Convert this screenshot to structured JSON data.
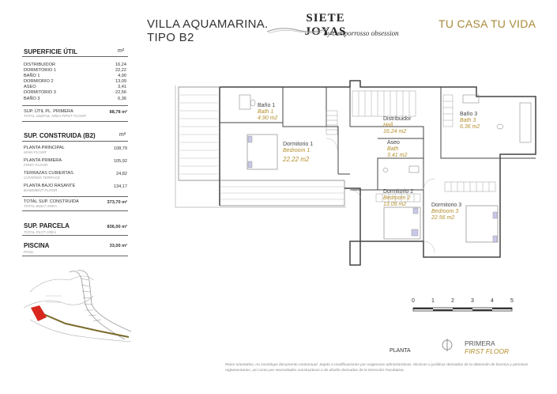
{
  "header": {
    "title_line1": "VILLA AQUAMARINA.",
    "title_line2": "TIPO B2",
    "brand": "SIETE JOYAS",
    "brand_sub": "by camporrosso obsession",
    "slogan": "TU CASA TU VIDA"
  },
  "useful": {
    "title": "SUPERFICIE ÚTIL",
    "unit": "m²",
    "rows": [
      {
        "label": "DISTRIBUIDOR",
        "value": "16,24"
      },
      {
        "label": "DORMITORIO 1",
        "value": "22,22"
      },
      {
        "label": "BAÑO 1",
        "value": "4,90"
      },
      {
        "label": "DORMIORIO 2",
        "value": "13,09"
      },
      {
        "label": "ASEO",
        "value": "3,41"
      },
      {
        "label": "DORMITORIO 3",
        "value": "22,56"
      },
      {
        "label": "BAÑO 3",
        "value": "6,36"
      }
    ],
    "total_label": "SUP. ÚTIL PL. PRIMERA",
    "total_en": "TOTAL USEFUL AREA FIRST FLOOR",
    "total_value": "88,78 m²"
  },
  "built": {
    "title": "SUP. CONSTRUIDA (B2)",
    "unit": "m²",
    "rows": [
      {
        "label": "PLANTA PRINCIPAL",
        "en": "MAIN FLOOR",
        "value": "108,79"
      },
      {
        "label": "PLANTA PRIMERA",
        "en": "FIRST FLOOR",
        "value": "105,92"
      },
      {
        "label": "TERRAZAS CUBIERTAS",
        "en": "COVERED TERRACE",
        "value": "24,82"
      },
      {
        "label": "PLANTA BAJO RASANTE",
        "en": "BASEMENT FLOOR",
        "value": "134,17"
      }
    ],
    "total_label": "TOTAL SUP. CONSTRUIDA",
    "total_en": "TOTAL BUILT AREA",
    "total_value": "373,70 m²"
  },
  "parcel": {
    "title": "SUP. PARCELA",
    "en": "TOTAL PLOT AREA",
    "value": "836,00 m²"
  },
  "pool": {
    "title": "PISCINA",
    "en": "POOL",
    "value": "33,00 m²"
  },
  "rooms": {
    "bano1": {
      "name": "Baño 1",
      "en": "Bath 1",
      "area": "4.90 m2"
    },
    "dorm1": {
      "name": "Dormitorio 1",
      "en": "Bedroom 1",
      "area": "22.22 m2"
    },
    "distrib": {
      "name": "Distribuidor",
      "en": "Hall",
      "area": "16.24 m2"
    },
    "aseo": {
      "name": "Aseo",
      "en": "Bath",
      "area": "3.41 m2"
    },
    "bano3": {
      "name": "Baño 3",
      "en": "Bath 3",
      "area": "6.36 m2"
    },
    "dorm2": {
      "name": "Dormitorio 2",
      "en": "Bedroom 2",
      "area": "13.09 m2"
    },
    "dorm3": {
      "name": "Dormitorio 3",
      "en": "Bedroom 3",
      "area": "22.56 m2"
    }
  },
  "scale": {
    "ticks": [
      "0",
      "1",
      "2",
      "3",
      "4",
      "5"
    ]
  },
  "floor": {
    "name": "PRIMERA",
    "en": "FIRST FLOOR",
    "vertical": "PLANTA"
  },
  "disclaimer": "Plano orientativo, no constituye documento contractual. Sujeto a modificaciones por exigencias administrativas, técnicas o jurídicas derivadas de la obtención de licencia y permisos reglamentarios, así como por necesidades constructivas o de diseño derivadas de la Dirección Facultativa."
}
